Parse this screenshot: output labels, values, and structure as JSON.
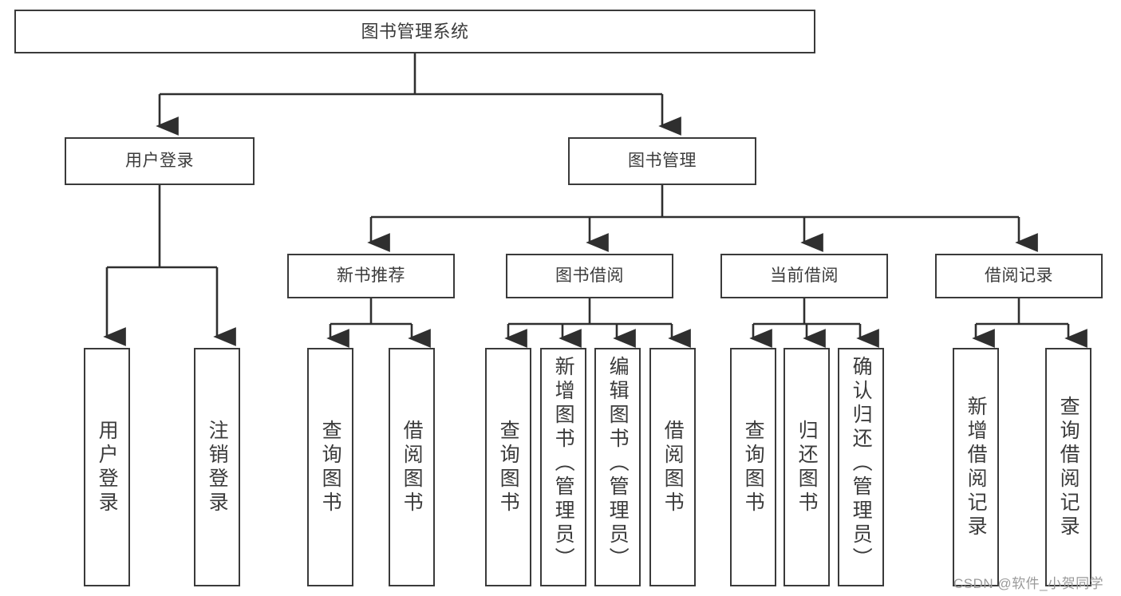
{
  "diagram": {
    "type": "tree",
    "title": "图书管理系统",
    "root": {
      "label": "图书管理系统"
    },
    "level1": [
      {
        "label": "用户登录"
      },
      {
        "label": "图书管理"
      }
    ],
    "level2": [
      {
        "label": "新书推荐"
      },
      {
        "label": "图书借阅"
      },
      {
        "label": "当前借阅"
      },
      {
        "label": "借阅记录"
      }
    ],
    "leaves": {
      "user_login": [
        {
          "label": "用户登录"
        },
        {
          "label": "注销登录"
        }
      ],
      "new_book_recommend": [
        {
          "label": "查询图书"
        },
        {
          "label": "借阅图书"
        }
      ],
      "book_borrow": [
        {
          "label": "查询图书"
        },
        {
          "label": "新增图书（管理员）"
        },
        {
          "label": "编辑图书（管理员）"
        },
        {
          "label": "借阅图书"
        }
      ],
      "current_borrow": [
        {
          "label": "查询图书"
        },
        {
          "label": "归还图书"
        },
        {
          "label": "确认归还（管理员）"
        }
      ],
      "borrow_record": [
        {
          "label": "新增借阅记录"
        },
        {
          "label": "查询借阅记录"
        }
      ]
    }
  },
  "watermark": {
    "text": "CSDN @软件_小贺同学"
  },
  "colors": {
    "stroke": "#3a3a3a",
    "text": "#3b3b3b",
    "background": "#ffffff",
    "watermark": "#9a9a9a"
  }
}
